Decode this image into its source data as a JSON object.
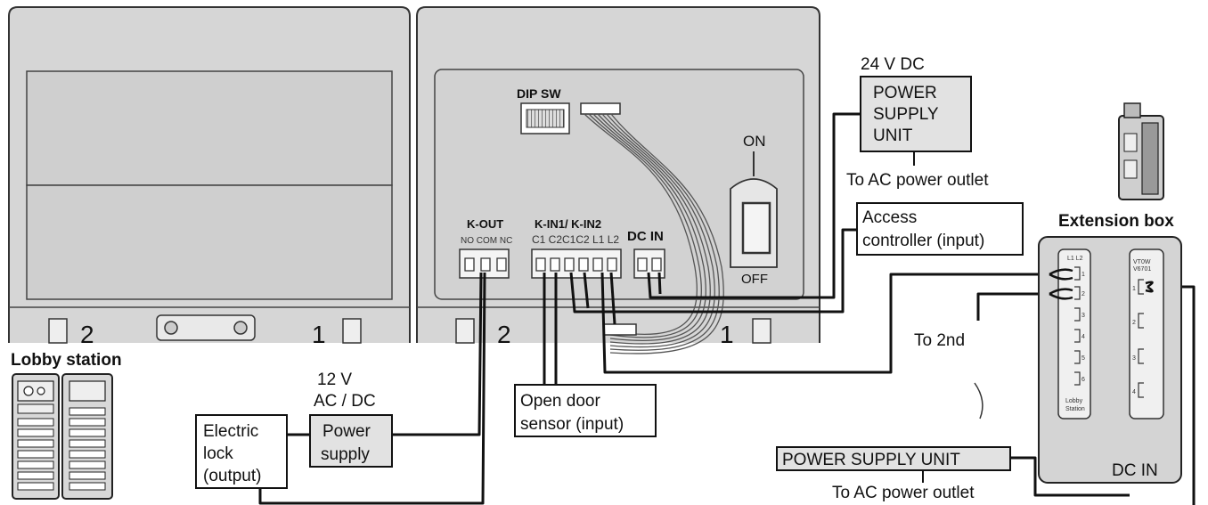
{
  "labels": {
    "dip_sw": "DIP SW",
    "on": "ON",
    "off": "OFF",
    "k_out": "K-OUT",
    "k_out_pins": "NO COM NC",
    "k_in": "K-IN1/ K-IN2",
    "k_in_pins": "C1 C2C1C2 L1 L2",
    "dc_in": "DC IN",
    "dc_in_box": "DC IN",
    "num_2": "2",
    "num_1": "1",
    "voltage_24": "24 V DC",
    "psu_top": [
      "POWER",
      "SUPPLY",
      "UNIT"
    ],
    "ac_outlet_top": "To AC power outlet",
    "access_controller": [
      "Access",
      "controller (input)"
    ],
    "extension_box": "Extension box",
    "lobby_station": "Lobby station",
    "voltage_12": [
      "12 V",
      "AC / DC"
    ],
    "power_supply": [
      "Power",
      "supply"
    ],
    "electric_lock": [
      "Electric",
      "lock",
      "(output)"
    ],
    "open_door_sensor": [
      "Open door",
      "sensor (input)"
    ],
    "to_2nd": "To 2nd",
    "psu_bottom": "POWER SUPPLY UNIT",
    "ac_outlet_bottom": "To AC power outlet",
    "ext_left_header": "L1 L2",
    "ext_left_footer": [
      "Lobby",
      "Station"
    ],
    "ext_right_header": [
      "VT0W",
      "V6701"
    ],
    "ext_slot_numbers": [
      "1",
      "2",
      "3",
      "4",
      "5",
      "6"
    ],
    "ext_right_slots": [
      "1",
      "2",
      "3",
      "4"
    ]
  }
}
